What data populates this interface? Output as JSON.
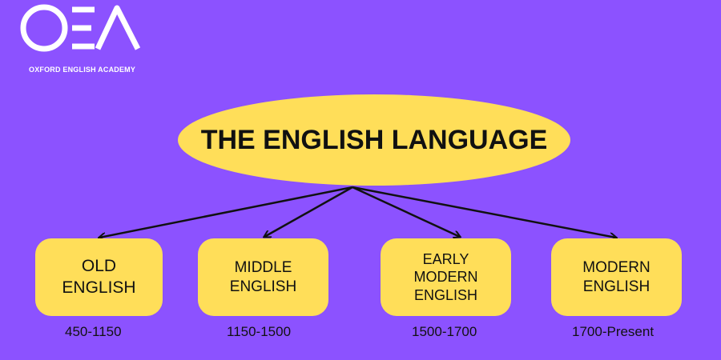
{
  "logo": {
    "mark": "OEA",
    "name": "OXFORD ENGLISH ACADEMY"
  },
  "root": {
    "label": "THE ENGLISH LANGUAGE"
  },
  "periods": [
    {
      "label": "OLD\nENGLISH",
      "dates": "450-1150"
    },
    {
      "label": "MIDDLE\nENGLISH",
      "dates": "1150-1500"
    },
    {
      "label": "EARLY\nMODERN\nENGLISH",
      "dates": "1500-1700"
    },
    {
      "label": "MODERN\nENGLISH",
      "dates": "1700-Present"
    }
  ],
  "colors": {
    "background": "#8c52ff",
    "node_fill": "#ffde59",
    "text": "#111111",
    "logo": "#ffffff"
  }
}
